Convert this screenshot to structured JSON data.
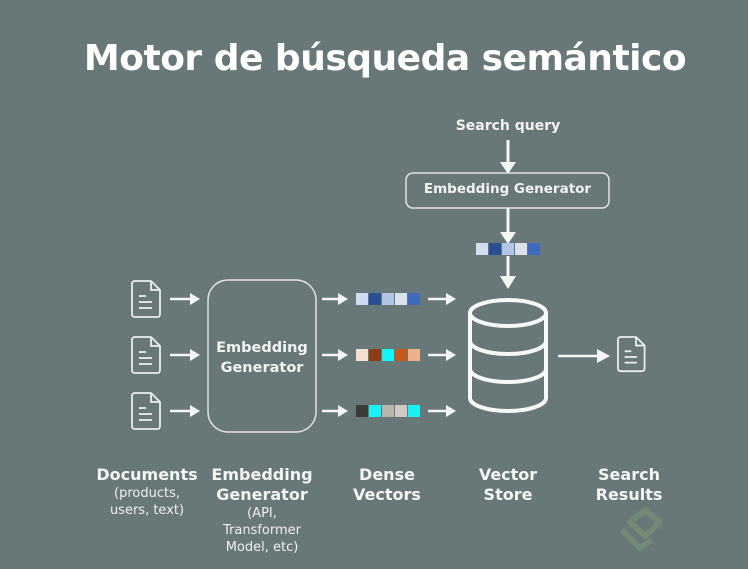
{
  "title": "Motor de búsqueda semántico",
  "query": {
    "label": "Search query",
    "generator_label": "Embedding Generator",
    "vector": [
      "#d3dff0",
      "#2a4f94",
      "#b2c6e6",
      "#d9e3f0",
      "#3e6bbd"
    ]
  },
  "main_generator": {
    "line1": "Embedding",
    "line2": "Generator"
  },
  "vectors": [
    [
      "#cfdcef",
      "#2a4f94",
      "#b0c4e4",
      "#d9e3f0",
      "#3e6bbd"
    ],
    [
      "#f3e0d2",
      "#8a3d16",
      "#14f3f7",
      "#c35a1c",
      "#eab18b"
    ],
    [
      "#3a3c3b",
      "#16f2f5",
      "#b9b4ac",
      "#cfcac4",
      "#18f0f4"
    ]
  ],
  "captions": [
    {
      "title": [
        "Documents"
      ],
      "sub": [
        "(products,",
        "users, text)"
      ]
    },
    {
      "title": [
        "Embedding",
        "Generator"
      ],
      "sub": [
        "(API,",
        "Transformer",
        "Model, etc)"
      ]
    },
    {
      "title": [
        "Dense",
        "Vectors"
      ],
      "sub": []
    },
    {
      "title": [
        "Vector",
        "Store"
      ],
      "sub": []
    },
    {
      "title": [
        "Search",
        "Results"
      ],
      "sub": []
    }
  ],
  "colors": {
    "background": "#687778",
    "stroke": "#f2f4f4"
  }
}
